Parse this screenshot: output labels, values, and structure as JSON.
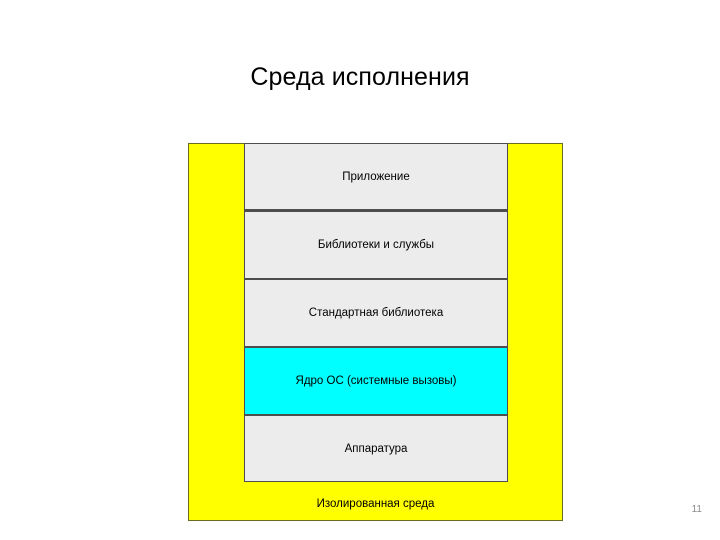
{
  "slide": {
    "title": "Среда исполнения",
    "page_number": "11"
  },
  "diagram": {
    "sandbox_label": "Изолированная среда",
    "sandbox_color": "#ffff00",
    "sandbox_border_color": "#6b6b1f",
    "layer_fill_color": "#ececec",
    "layer_border_color": "#4d4d4d",
    "highlight_color": "#00ffff",
    "layers": [
      {
        "label": "Приложение",
        "highlighted": false
      },
      {
        "label": "Библиотеки и службы",
        "highlighted": false
      },
      {
        "label": "Стандартная библиотека",
        "highlighted": false
      },
      {
        "label": "Ядро ОС (системные вызовы)",
        "highlighted": true
      },
      {
        "label": "Аппаратура",
        "highlighted": false
      }
    ]
  }
}
